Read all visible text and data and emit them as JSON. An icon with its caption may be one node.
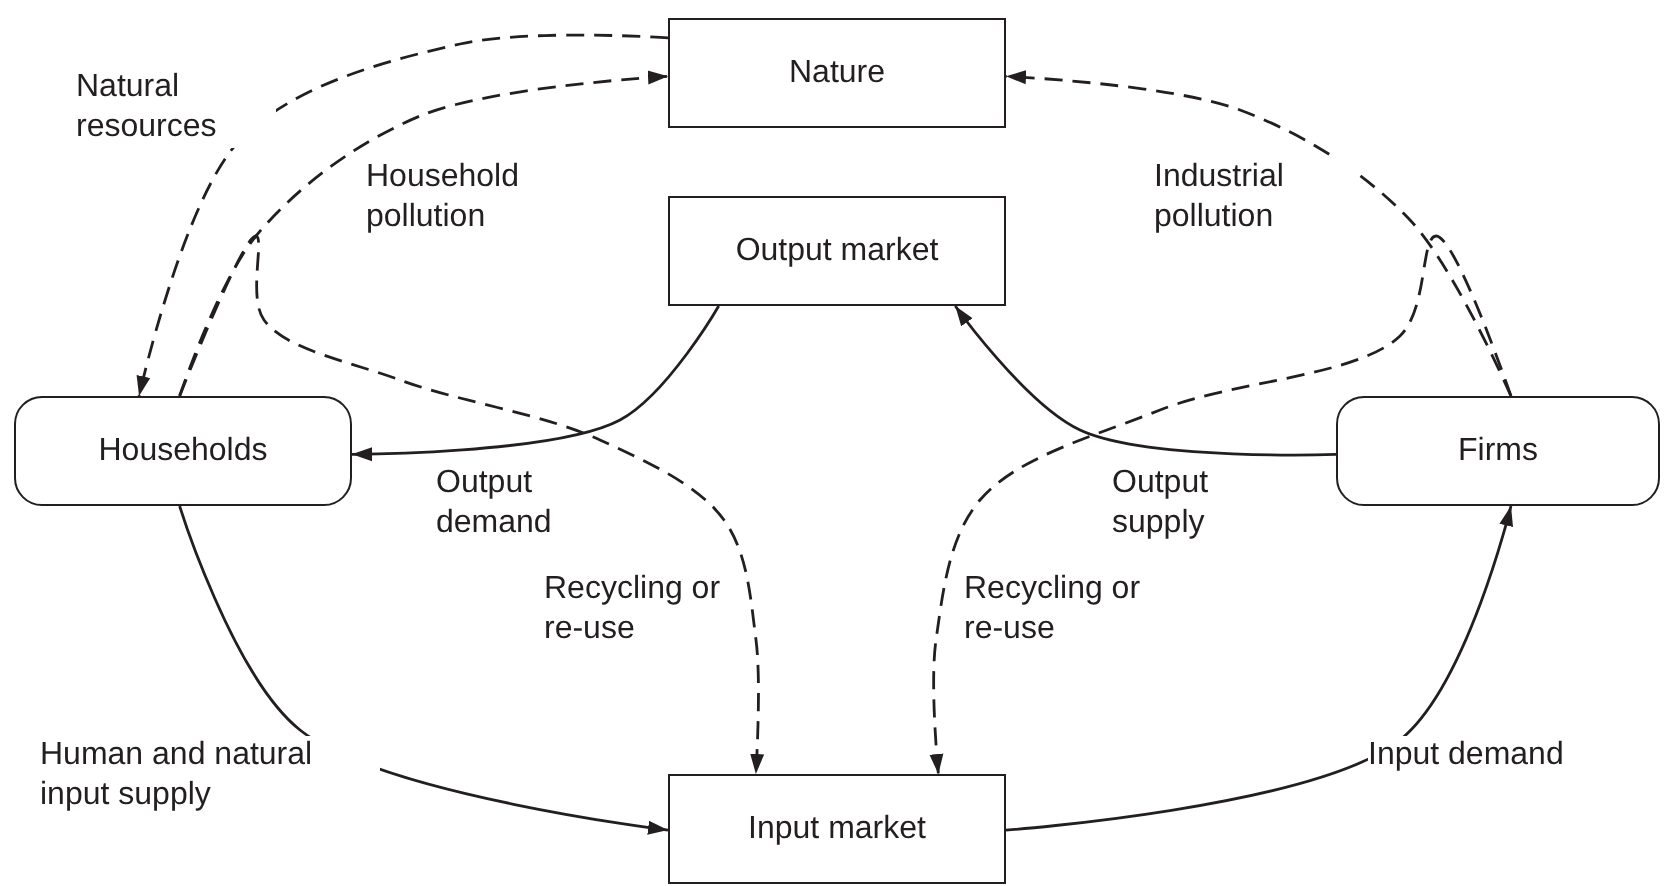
{
  "diagram": {
    "nodes": [
      {
        "text": [
          "Nature"
        ]
      },
      {
        "text": [
          "Output market"
        ]
      },
      {
        "text": [
          "Households"
        ]
      },
      {
        "text": [
          "Firms"
        ]
      },
      {
        "text": [
          "Input market"
        ]
      }
    ],
    "edges": [
      {
        "from": 0,
        "to": 2,
        "arrow": "to",
        "style": "dashed",
        "label": "Natural resources"
      },
      {
        "from": 2,
        "to": 0,
        "arrow": "to",
        "style": "dashed",
        "label": "Household pollution"
      },
      {
        "from": 2,
        "to": 4,
        "arrow": "to",
        "style": "dashed",
        "label": "Recycling or re-use"
      },
      {
        "from": 3,
        "to": 0,
        "arrow": "to",
        "style": "dashed",
        "label": "Industrial pollution"
      },
      {
        "from": 3,
        "to": 4,
        "arrow": "to",
        "style": "dashed",
        "label": "Recycling or re-use"
      },
      {
        "from": 1,
        "to": 2,
        "arrow": "to",
        "label": "Output demand"
      },
      {
        "from": 3,
        "to": 1,
        "arrow": "to",
        "label": "Output supply"
      },
      {
        "from": 2,
        "to": 4,
        "arrow": "to",
        "label": "Human and natural input supply"
      },
      {
        "from": 4,
        "to": 3,
        "arrow": "to",
        "label": "Input demand"
      }
    ]
  }
}
